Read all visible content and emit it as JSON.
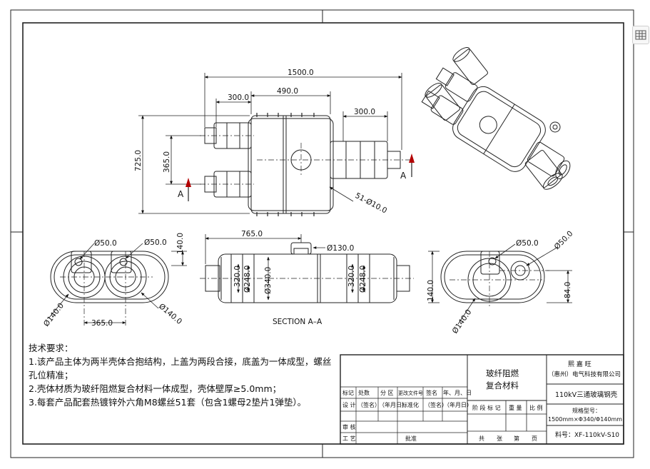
{
  "dims": {
    "overall_len": "1500.0",
    "left_branch": "300.0",
    "center_len": "490.0",
    "right_branch": "300.0",
    "overall_h": "725.0",
    "axis_gap": "365.0",
    "bolt_callout": "51-Ø10.0",
    "front_len": "765.0",
    "d130": "Ø130.0",
    "d320a": "320.0",
    "d248a": "Ø248.0",
    "d340": "Ø340.0",
    "d320b": "320.0",
    "d248b": "Ø248.0",
    "left_d50a": "Ø50.0",
    "left_d50b": "Ø50.0",
    "left_140": "140.0",
    "left_d140a": "Ø140.0",
    "left_d140b": "Ø140.0",
    "left_365": "365.0",
    "right_d50a": "Ø50.0",
    "right_d50b": "Ø50.0",
    "right_140": "140.0",
    "right_84": "84.0",
    "right_d140": "Ø140.0"
  },
  "section_markers": {
    "left": "A",
    "right": "A"
  },
  "section_title": "SECTION  A–A",
  "notes": {
    "title": "技术要求：",
    "line1": "1.该产品主体为两半壳体合抱结构，上盖为两段合接，底盖为一体成型，螺丝",
    "line1b": "孔位精准；",
    "line2": "2.壳体材质为玻纤阻燃复合材料一体成型，壳体壁厚≥5.0mm；",
    "line3": "3.每套产品配套热镀锌外六角M8螺丝51套（包含1螺母2垫片1弹垫）。"
  },
  "title_block": {
    "material_line1": "玻纤阻燃",
    "material_line2": "复合材料",
    "company_line1": "熙  嘉  旺",
    "company_line2": "（惠州）电气科技有限公司",
    "product_name": "110kV三通玻璃钢壳",
    "model_label": "规格型号：",
    "model_value": "1500mm×Φ340/Φ140mm",
    "part_no": "料号：XF-110kV-S10",
    "rev_headers": [
      "标记",
      "处数",
      "分  区",
      "更改文件号",
      "签名",
      "年、月、日"
    ],
    "design_label": "设  计",
    "signed_a": "（签名）",
    "date_a": "（年月日）",
    "standard_label": "标准化",
    "signed_b": "（签名）",
    "date_b": "（年月日）",
    "review_label": "审  核",
    "process_label": "工  艺",
    "approve_label": "批准",
    "stage_headers": [
      "阶  段  标  记",
      "重  量",
      "比  例"
    ],
    "sheet_row": [
      "共",
      "张",
      "第",
      "页"
    ]
  },
  "icons": {
    "toolbar_button": "table-grid-icon"
  },
  "colors": {
    "line": "#222222",
    "marker": "#b30000",
    "bg": "#ffffff"
  }
}
